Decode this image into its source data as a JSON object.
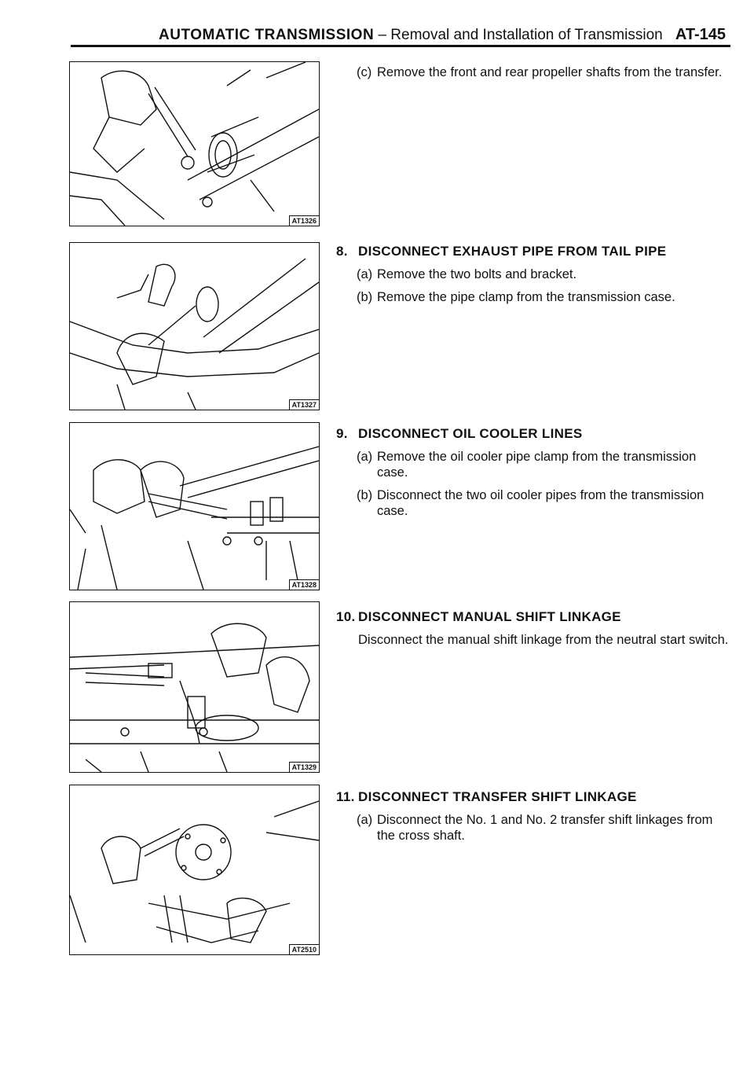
{
  "header": {
    "title_bold": "AUTOMATIC TRANSMISSION",
    "title_rest": " – Removal and Installation of Transmission",
    "page_number": "AT-145"
  },
  "figures": [
    {
      "code": "AT1326",
      "icon": "wrench-on-propeller-shaft-illustration"
    },
    {
      "code": "AT1327",
      "icon": "exhaust-bracket-illustration"
    },
    {
      "code": "AT1328",
      "icon": "oil-cooler-line-wrench-illustration"
    },
    {
      "code": "AT1329",
      "icon": "shift-linkage-illustration"
    },
    {
      "code": "AT2510",
      "icon": "transfer-shift-linkage-illustration"
    }
  ],
  "step_c": {
    "label": "(c)",
    "text": "Remove the front and rear propeller shafts from the transfer."
  },
  "step8": {
    "num": "8.",
    "title": "DISCONNECT EXHAUST PIPE FROM TAIL PIPE",
    "a": {
      "label": "(a)",
      "text": "Remove the two bolts and bracket."
    },
    "b": {
      "label": "(b)",
      "text": "Remove the pipe clamp from the transmission case."
    }
  },
  "step9": {
    "num": "9.",
    "title": "DISCONNECT OIL COOLER LINES",
    "a": {
      "label": "(a)",
      "text": "Remove the oil cooler pipe clamp from the transmission case."
    },
    "b": {
      "label": "(b)",
      "text": "Disconnect the two oil cooler pipes from the transmission case."
    }
  },
  "step10": {
    "num": "10.",
    "title": "DISCONNECT MANUAL SHIFT LINKAGE",
    "text": "Disconnect the manual shift linkage from the neutral start switch."
  },
  "step11": {
    "num": "11.",
    "title": "DISCONNECT TRANSFER SHIFT LINKAGE",
    "a": {
      "label": "(a)",
      "text": "Disconnect the No. 1 and No. 2 transfer shift linkages from the cross shaft."
    }
  }
}
